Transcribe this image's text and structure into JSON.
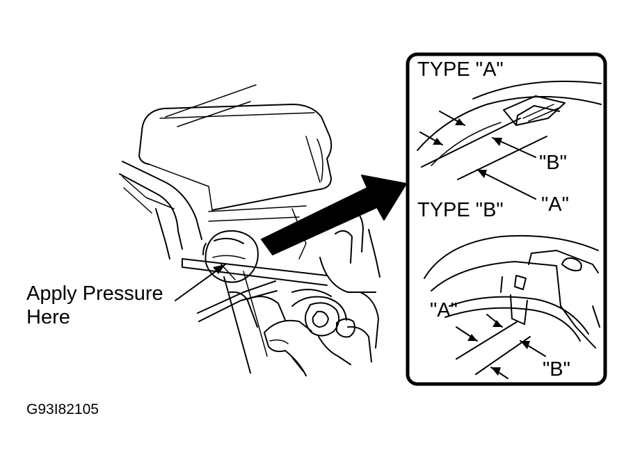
{
  "labels": {
    "apply_pressure_line1": "Apply Pressure",
    "apply_pressure_line2": "Here",
    "type_a": "TYPE \"A\"",
    "type_b": "TYPE \"B\"",
    "type_a_mark_b": "\"B\"",
    "type_a_mark_a": "\"A\"",
    "type_b_mark_a": "\"A\"",
    "type_b_mark_b": "\"B\"",
    "figure_id": "G93I82105"
  },
  "colors": {
    "ink": "#000000",
    "paper": "#ffffff"
  }
}
